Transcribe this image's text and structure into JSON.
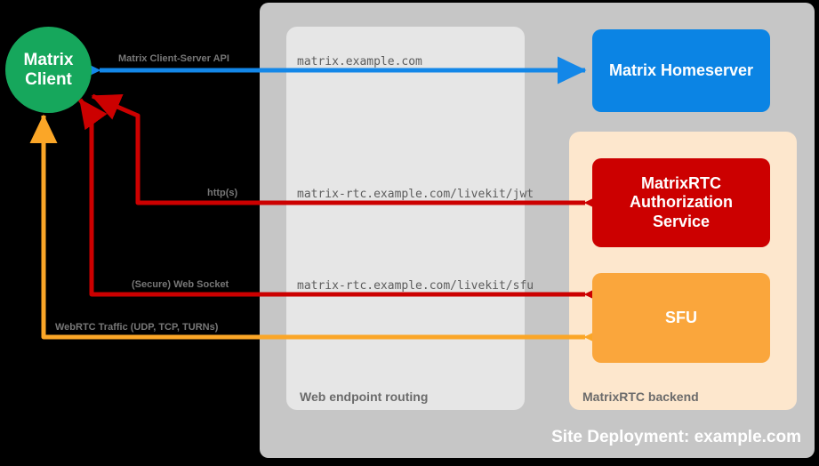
{
  "diagram": {
    "site_title": "Site Deployment: example.com",
    "containers": {
      "site": "Site Deployment: example.com",
      "web_routing_caption": "Web endpoint routing",
      "rtc_backend_caption": "MatrixRTC backend"
    },
    "nodes": {
      "client_line1": "Matrix",
      "client_line2": "Client",
      "homeserver": "Matrix Homeserver",
      "auth_service_line1": "MatrixRTC",
      "auth_service_line2": "Authorization",
      "auth_service_line3": "Service",
      "sfu": "SFU"
    },
    "edges": {
      "csapi_label": "Matrix Client-Server API",
      "https_label": "http(s)",
      "websocket_label": "(Secure) Web Socket",
      "webrtc_label": "WebRTC Traffic (UDP, TCP, TURNs)"
    },
    "endpoints": {
      "matrix": "matrix.example.com",
      "jwt": "matrix-rtc.example.com/livekit/jwt",
      "sfu": "matrix-rtc.example.com/livekit/sfu"
    },
    "colors": {
      "background": "#000000",
      "site_box": "#c6c6c6",
      "web_routing_box": "#e6e6e6",
      "rtc_backend_box": "#fde7cd",
      "client_green": "#16a75c",
      "homeserver_blue": "#0b84e4",
      "auth_red": "#cc0000",
      "sfu_orange": "#faa63c",
      "webrtc_orange": "#fba627",
      "caption_gray": "#6b6b6b"
    }
  }
}
